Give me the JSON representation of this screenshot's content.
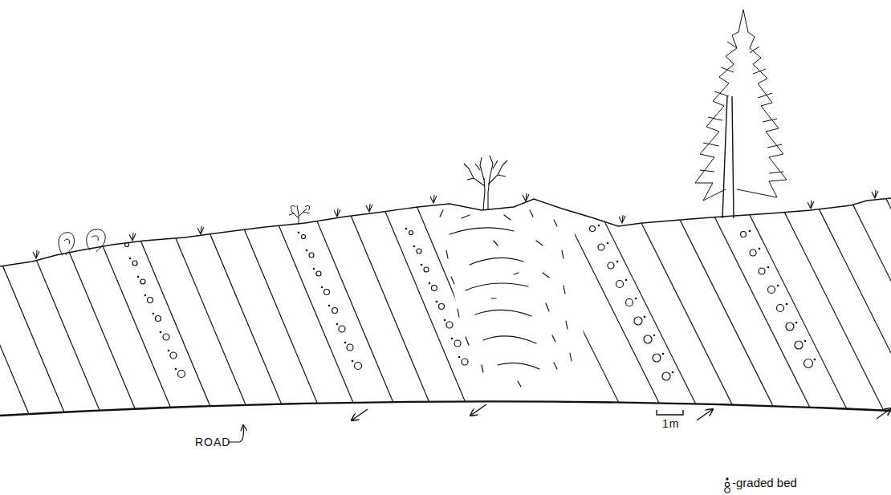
{
  "diagram": {
    "labels": [
      "ROAD",
      "1m"
    ],
    "legend": [
      {
        "text": "-graded bed"
      }
    ]
  }
}
